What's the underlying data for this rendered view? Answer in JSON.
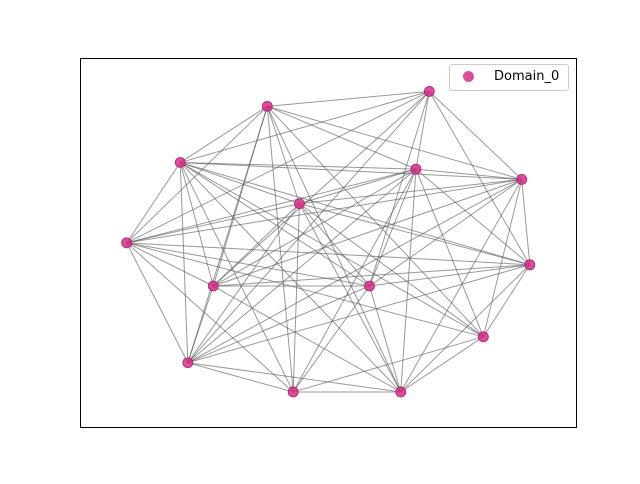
{
  "chart_data": {
    "type": "network",
    "legend": {
      "placement": "top-right",
      "entries": [
        {
          "name": "Domain_0",
          "color": "#d62f8a"
        }
      ]
    },
    "grid": false,
    "axis_ticks": false,
    "node_color": "#d62f8a",
    "edge_color": "#555555",
    "nodes": [
      {
        "id": 0,
        "x": 0.727,
        "y": 0.955
      },
      {
        "id": 1,
        "x": 0.364,
        "y": 0.91
      },
      {
        "id": 2,
        "x": 0.169,
        "y": 0.741
      },
      {
        "id": 3,
        "x": 0.697,
        "y": 0.721
      },
      {
        "id": 4,
        "x": 0.934,
        "y": 0.69
      },
      {
        "id": 5,
        "x": 0.436,
        "y": 0.617
      },
      {
        "id": 6,
        "x": 0.049,
        "y": 0.499
      },
      {
        "id": 7,
        "x": 0.952,
        "y": 0.433
      },
      {
        "id": 8,
        "x": 0.243,
        "y": 0.369
      },
      {
        "id": 9,
        "x": 0.593,
        "y": 0.369
      },
      {
        "id": 10,
        "x": 0.848,
        "y": 0.216
      },
      {
        "id": 11,
        "x": 0.186,
        "y": 0.138
      },
      {
        "id": 12,
        "x": 0.422,
        "y": 0.05
      },
      {
        "id": 13,
        "x": 0.663,
        "y": 0.05
      }
    ],
    "edges": [
      [
        0,
        1
      ],
      [
        0,
        2
      ],
      [
        0,
        3
      ],
      [
        0,
        4
      ],
      [
        0,
        6
      ],
      [
        0,
        7
      ],
      [
        0,
        9
      ],
      [
        1,
        2
      ],
      [
        1,
        3
      ],
      [
        1,
        4
      ],
      [
        1,
        5
      ],
      [
        1,
        6
      ],
      [
        1,
        10
      ],
      [
        1,
        12
      ],
      [
        1,
        13
      ],
      [
        2,
        3
      ],
      [
        2,
        4
      ],
      [
        2,
        5
      ],
      [
        2,
        6
      ],
      [
        2,
        8
      ],
      [
        2,
        9
      ],
      [
        2,
        10
      ],
      [
        2,
        11
      ],
      [
        2,
        12
      ],
      [
        2,
        13
      ],
      [
        3,
        4
      ],
      [
        3,
        6
      ],
      [
        3,
        7
      ],
      [
        3,
        8
      ],
      [
        3,
        9
      ],
      [
        3,
        10
      ],
      [
        3,
        11
      ],
      [
        3,
        12
      ],
      [
        3,
        13
      ],
      [
        4,
        5
      ],
      [
        4,
        7
      ],
      [
        4,
        8
      ],
      [
        4,
        9
      ],
      [
        4,
        10
      ],
      [
        4,
        11
      ],
      [
        4,
        13
      ],
      [
        5,
        6
      ],
      [
        5,
        7
      ],
      [
        5,
        8
      ],
      [
        5,
        9
      ],
      [
        5,
        10
      ],
      [
        5,
        11
      ],
      [
        5,
        12
      ],
      [
        5,
        13
      ],
      [
        6,
        7
      ],
      [
        6,
        8
      ],
      [
        6,
        9
      ],
      [
        6,
        10
      ],
      [
        6,
        11
      ],
      [
        6,
        12
      ],
      [
        7,
        8
      ],
      [
        7,
        9
      ],
      [
        7,
        10
      ],
      [
        7,
        11
      ],
      [
        7,
        13
      ],
      [
        8,
        9
      ],
      [
        8,
        11
      ],
      [
        8,
        13
      ],
      [
        9,
        11
      ],
      [
        9,
        12
      ],
      [
        9,
        13
      ],
      [
        10,
        12
      ],
      [
        10,
        13
      ],
      [
        11,
        12
      ],
      [
        11,
        13
      ],
      [
        12,
        13
      ],
      [
        0,
        8
      ],
      [
        0,
        11
      ],
      [
        1,
        8
      ],
      [
        1,
        11
      ],
      [
        2,
        7
      ],
      [
        5,
        3
      ],
      [
        6,
        4
      ]
    ]
  }
}
